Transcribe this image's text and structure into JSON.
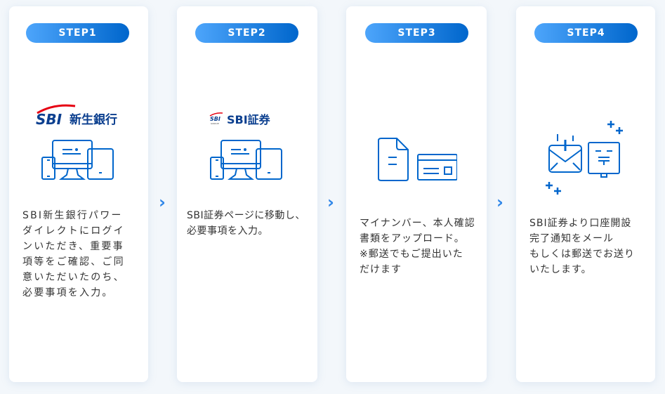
{
  "steps": [
    {
      "label": "STEP1",
      "logo": {
        "mark": "SBI",
        "name": "新生銀行"
      },
      "icon": "devices-icon",
      "lines": [
        "SBI新生銀行パワー",
        "ダイレクトにログイ",
        "ンいただき、重要事",
        "項等をご確認、ご同",
        "意いただいたのち、",
        "必要事項を入力。"
      ]
    },
    {
      "label": "STEP2",
      "logo": {
        "mark": "SBI",
        "group": "GROUP",
        "name": "SBI証券"
      },
      "icon": "devices-icon",
      "lines": [
        "SBI証券ページに移動し、",
        "必要事項を入力。"
      ]
    },
    {
      "label": "STEP3",
      "icon": "document-and-card-icon",
      "lines": [
        "マイナンバー、本人確認",
        "書類をアップロード。",
        "※郵送でもご提出いた",
        "だけます"
      ]
    },
    {
      "label": "STEP4",
      "icon": "mail-and-postbox-icon",
      "lines": [
        "SBI証券より口座開設",
        "完了通知をメール",
        "もしくは郵送でお送り",
        "いたします。"
      ]
    }
  ],
  "colors": {
    "accent": "#0066cc",
    "pill_start": "#4da5fb",
    "arrow": "#2f86e8",
    "logo_red": "#e60012",
    "logo_navy": "#0b3f8f"
  }
}
